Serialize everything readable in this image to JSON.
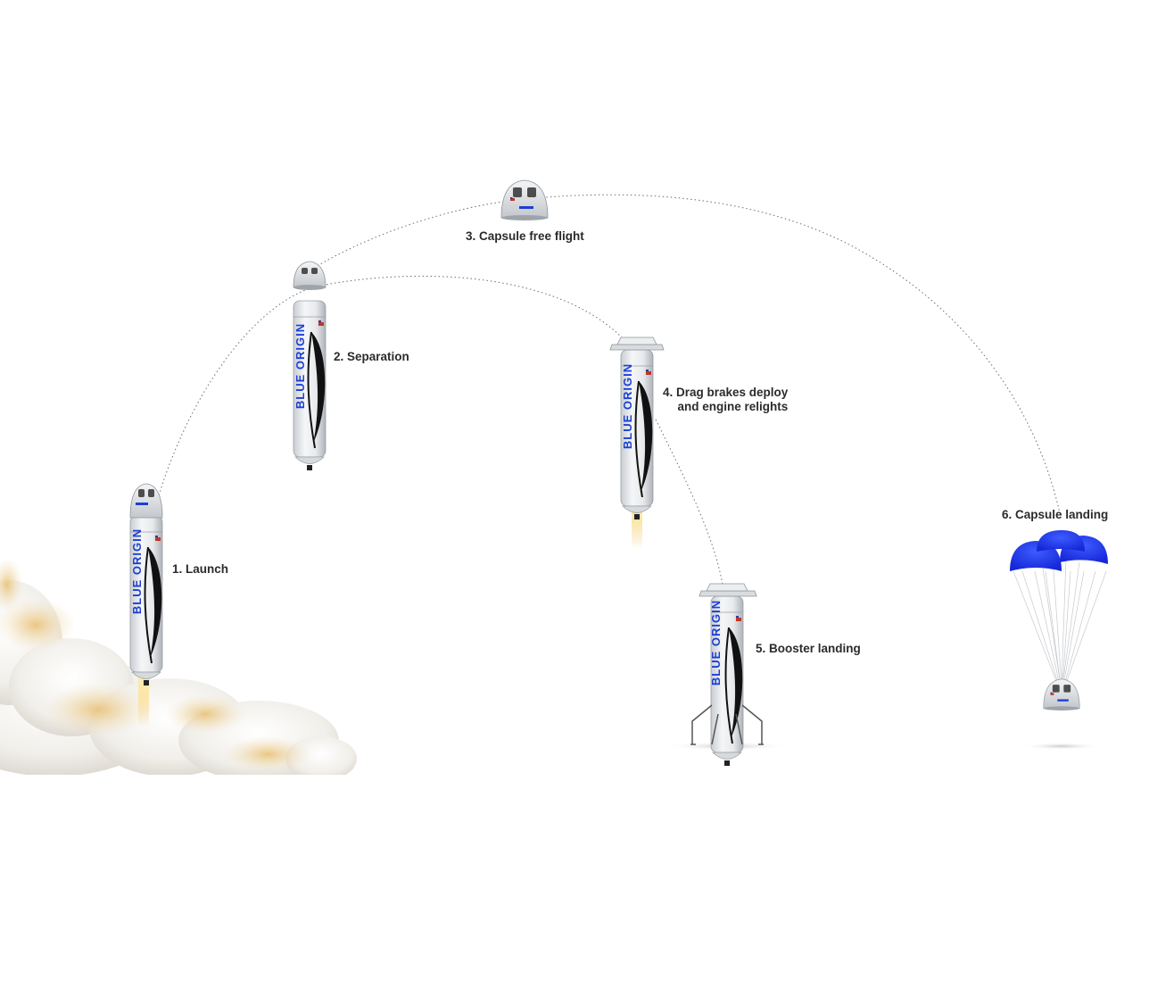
{
  "diagram": {
    "steps": [
      {
        "id": "launch",
        "label": "1. Launch"
      },
      {
        "id": "separation",
        "label": "2. Separation"
      },
      {
        "id": "free-flight",
        "label": "3. Capsule free flight"
      },
      {
        "id": "drag-brakes",
        "label_lines": [
          "4. Drag brakes deploy",
          "and engine relights"
        ]
      },
      {
        "id": "booster-landing",
        "label": "5. Booster landing"
      },
      {
        "id": "capsule-landing",
        "label": "6. Capsule landing"
      }
    ],
    "vehicle_branding": "BLUE ORIGIN",
    "colors": {
      "label_text": "#2b2b2b",
      "rocket_body": "#eceef0",
      "rocket_shade": "#b9bec4",
      "brand_blue": "#1b3fd6",
      "feather": "#111111",
      "parachute": "#1f3ff0",
      "flame": "#fff0b8",
      "trajectory": "#6e6e6e",
      "smoke": "#f3f1ec",
      "smoke_gold": "#e8c98a"
    },
    "icons": {
      "rocket": "rocket-icon",
      "capsule": "capsule-icon",
      "parachute": "parachute-icon",
      "smoke": "smoke-cloud-icon",
      "feather": "feather-icon",
      "flag": "us-flag-icon"
    }
  }
}
